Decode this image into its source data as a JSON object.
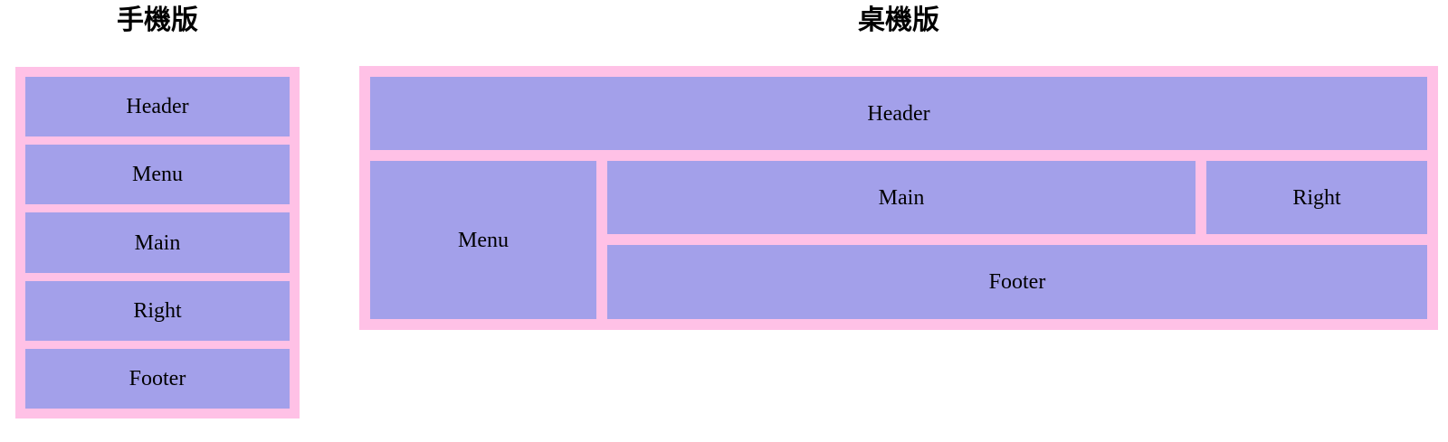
{
  "colors": {
    "container_pink": "#ffc1e6",
    "box_purple": "#a3a0ea",
    "text": "#000000",
    "page_background": "#ffffff"
  },
  "mobile": {
    "title": "手機版",
    "boxes": [
      "Header",
      "Menu",
      "Main",
      "Right",
      "Footer"
    ]
  },
  "desktop": {
    "title": "桌機版",
    "boxes": {
      "header": "Header",
      "menu": "Menu",
      "main": "Main",
      "right": "Right",
      "footer": "Footer"
    }
  }
}
